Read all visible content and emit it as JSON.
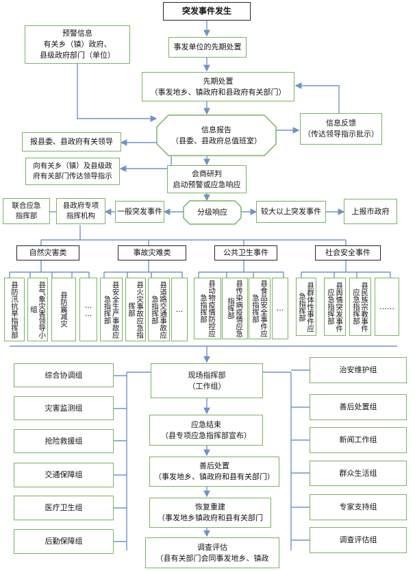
{
  "title": "突发事件发生",
  "warning": "预警信息\n有关乡（镇）政府、\n县级政府部门（单位）",
  "initial_unit": "事发单位的先期处置",
  "initial_handling": "先期处置\n（事发地乡、镇政府和县政府有关部门）",
  "info_report": "信息报告\n（县委、县政府总值班室）",
  "info_feedback": "信息反馈\n（传达领导指示批示）",
  "report_leaders": "报县委、县政府有关领导",
  "forward_instructions": "向有关乡（镇）及县级政\n府有关部门传达领导指示",
  "consult": "会商研判\n启动预警或应急响应",
  "joint_command": "联合应急\n指挥部",
  "county_command": "县政府专项\n指挥机构",
  "general_event": "一般突发事件",
  "graded_response": "分级响应",
  "major_event": "较大以上突发事件",
  "report_city": "上报市政府",
  "categories": {
    "natural": {
      "label": "自然灾害类",
      "items": [
        "县防汛抗旱指挥部",
        "县气象灾害领导小组",
        "县防震减灾",
        "……"
      ]
    },
    "accident": {
      "label": "事故灾难类",
      "items": [
        "县安全生产事故应急指挥部",
        "县火灾事故应急指挥部",
        "县道路交通事故应急指挥部",
        "…"
      ]
    },
    "health": {
      "label": "公共卫生事件",
      "items": [
        "县动物疫情防控应急指挥部",
        "县传染病疫情应急指挥部",
        "县食品安全事件应急指挥部",
        "…"
      ]
    },
    "social": {
      "label": "社会安全事件",
      "items": [
        "县群体性事件应急指挥部",
        "县舆情突发事件应急指挥部",
        "县民族宗教事件应急指挥部",
        "……"
      ]
    }
  },
  "left_groups": [
    "综合协调组",
    "灾害监测组",
    "抢险救援组",
    "交通保障组",
    "医疗卫生组",
    "后勤保障组"
  ],
  "right_groups": [
    "治安维护组",
    "善后处置组",
    "新闻工作组",
    "群众生活组",
    "专家支持组",
    "调查评估组"
  ],
  "field_command": "现场指挥部\n（工作组）",
  "end_response": "应急结束\n（县专项应急指挥部宣布）",
  "aftermath": "善后处置\n（事发地乡、镇政府和县有关部门）",
  "rebuild": "恢复重建\n（事发地乡镇政府和县有关部门",
  "evaluation": "调查评估\n（县有关部门会同事发地乡、镇政"
}
